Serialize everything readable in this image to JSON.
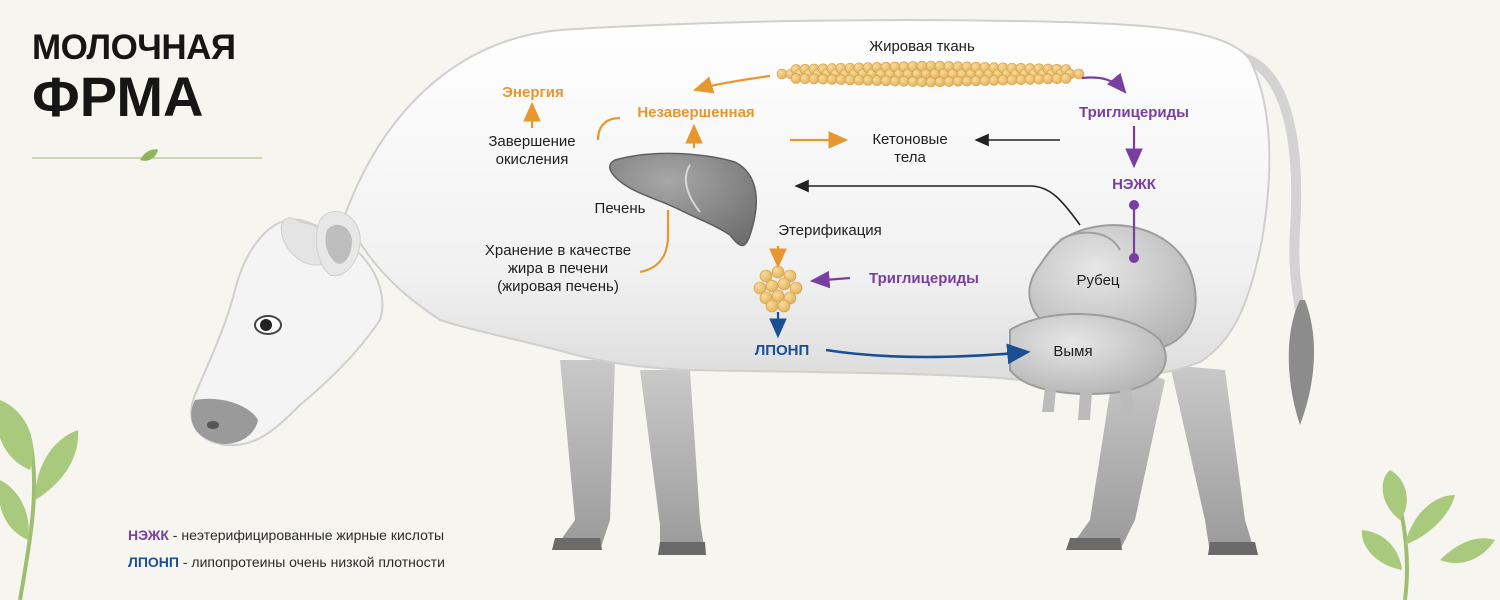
{
  "logo": {
    "line1": "МОЛОЧНАЯ",
    "line2_part1": "Ф",
    "line2_part2": "РМА"
  },
  "colors": {
    "orange": "#e8962e",
    "purple": "#7a3ea0",
    "blue": "#1a4f94",
    "dark": "#1e1e1e",
    "background": "#f7f5ef"
  },
  "labels": {
    "adipose_tissue": "Жировая ткань",
    "energy": "Энергия",
    "incomplete": "Незавершенная",
    "complete_oxidation": "Завершение\nокисления",
    "ketone_bodies": "Кетоновые\nтела",
    "triglycerides_top": "Триглицериды",
    "nefa": "НЭЖК",
    "liver": "Печень",
    "esterification": "Этерификация",
    "storage": "Хранение в качестве\nжира в печени\n(жировая печень)",
    "triglycerides_mid": "Триглицериды",
    "rumen": "Рубец",
    "vldl": "ЛПОНП",
    "udder": "Вымя"
  },
  "legend": [
    {
      "abbr": "НЭЖК",
      "text": " - неэтерифицированные жирные кислоты",
      "color": "#7a3ea0"
    },
    {
      "abbr": "ЛПОНП",
      "text": " - липопротеины очень низкой плотности",
      "color": "#1a4f94"
    }
  ]
}
